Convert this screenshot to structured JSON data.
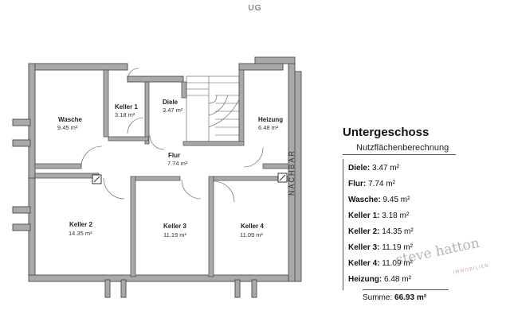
{
  "floor_label": "UG",
  "rooms": [
    {
      "name": "Wasche",
      "area": "9.45 m²"
    },
    {
      "name": "Keller 1",
      "area": "3.18 m²"
    },
    {
      "name": "Diele",
      "area": "3.47 m²"
    },
    {
      "name": "Heizung",
      "area": "6.48 m²"
    },
    {
      "name": "Flur",
      "area": "7.74 m²"
    },
    {
      "name": "Keller 2",
      "area": "14.35 m²"
    },
    {
      "name": "Keller 3",
      "area": "11.19 m²"
    },
    {
      "name": "Keller 4",
      "area": "11.09 m²"
    }
  ],
  "neighbor_label": "NACHBAR",
  "summary": {
    "title": "Untergeschoss",
    "subtitle": "Nutzflächenberechnung",
    "rows": [
      {
        "label": "Diele:",
        "value": "3.47 m²"
      },
      {
        "label": "Flur:",
        "value": "7.74 m²"
      },
      {
        "label": "Wasche:",
        "value": "9.45 m²"
      },
      {
        "label": "Keller 1:",
        "value": "3.18 m²"
      },
      {
        "label": "Keller 2:",
        "value": "14.35 m²"
      },
      {
        "label": "Keller 3:",
        "value": "11.19 m²"
      },
      {
        "label": "Keller 4:",
        "value": "11.09 m²"
      },
      {
        "label": "Heizung:",
        "value": "6.48 m²"
      }
    ],
    "sum_label": "Summe:",
    "sum_value": "66.93 m²"
  },
  "watermark": {
    "main": "steve hatton",
    "sub": "IMMOBILIEN"
  },
  "colors": {
    "wall": "#a9a9a9",
    "wall_stroke": "#555555",
    "background": "#ffffff"
  }
}
